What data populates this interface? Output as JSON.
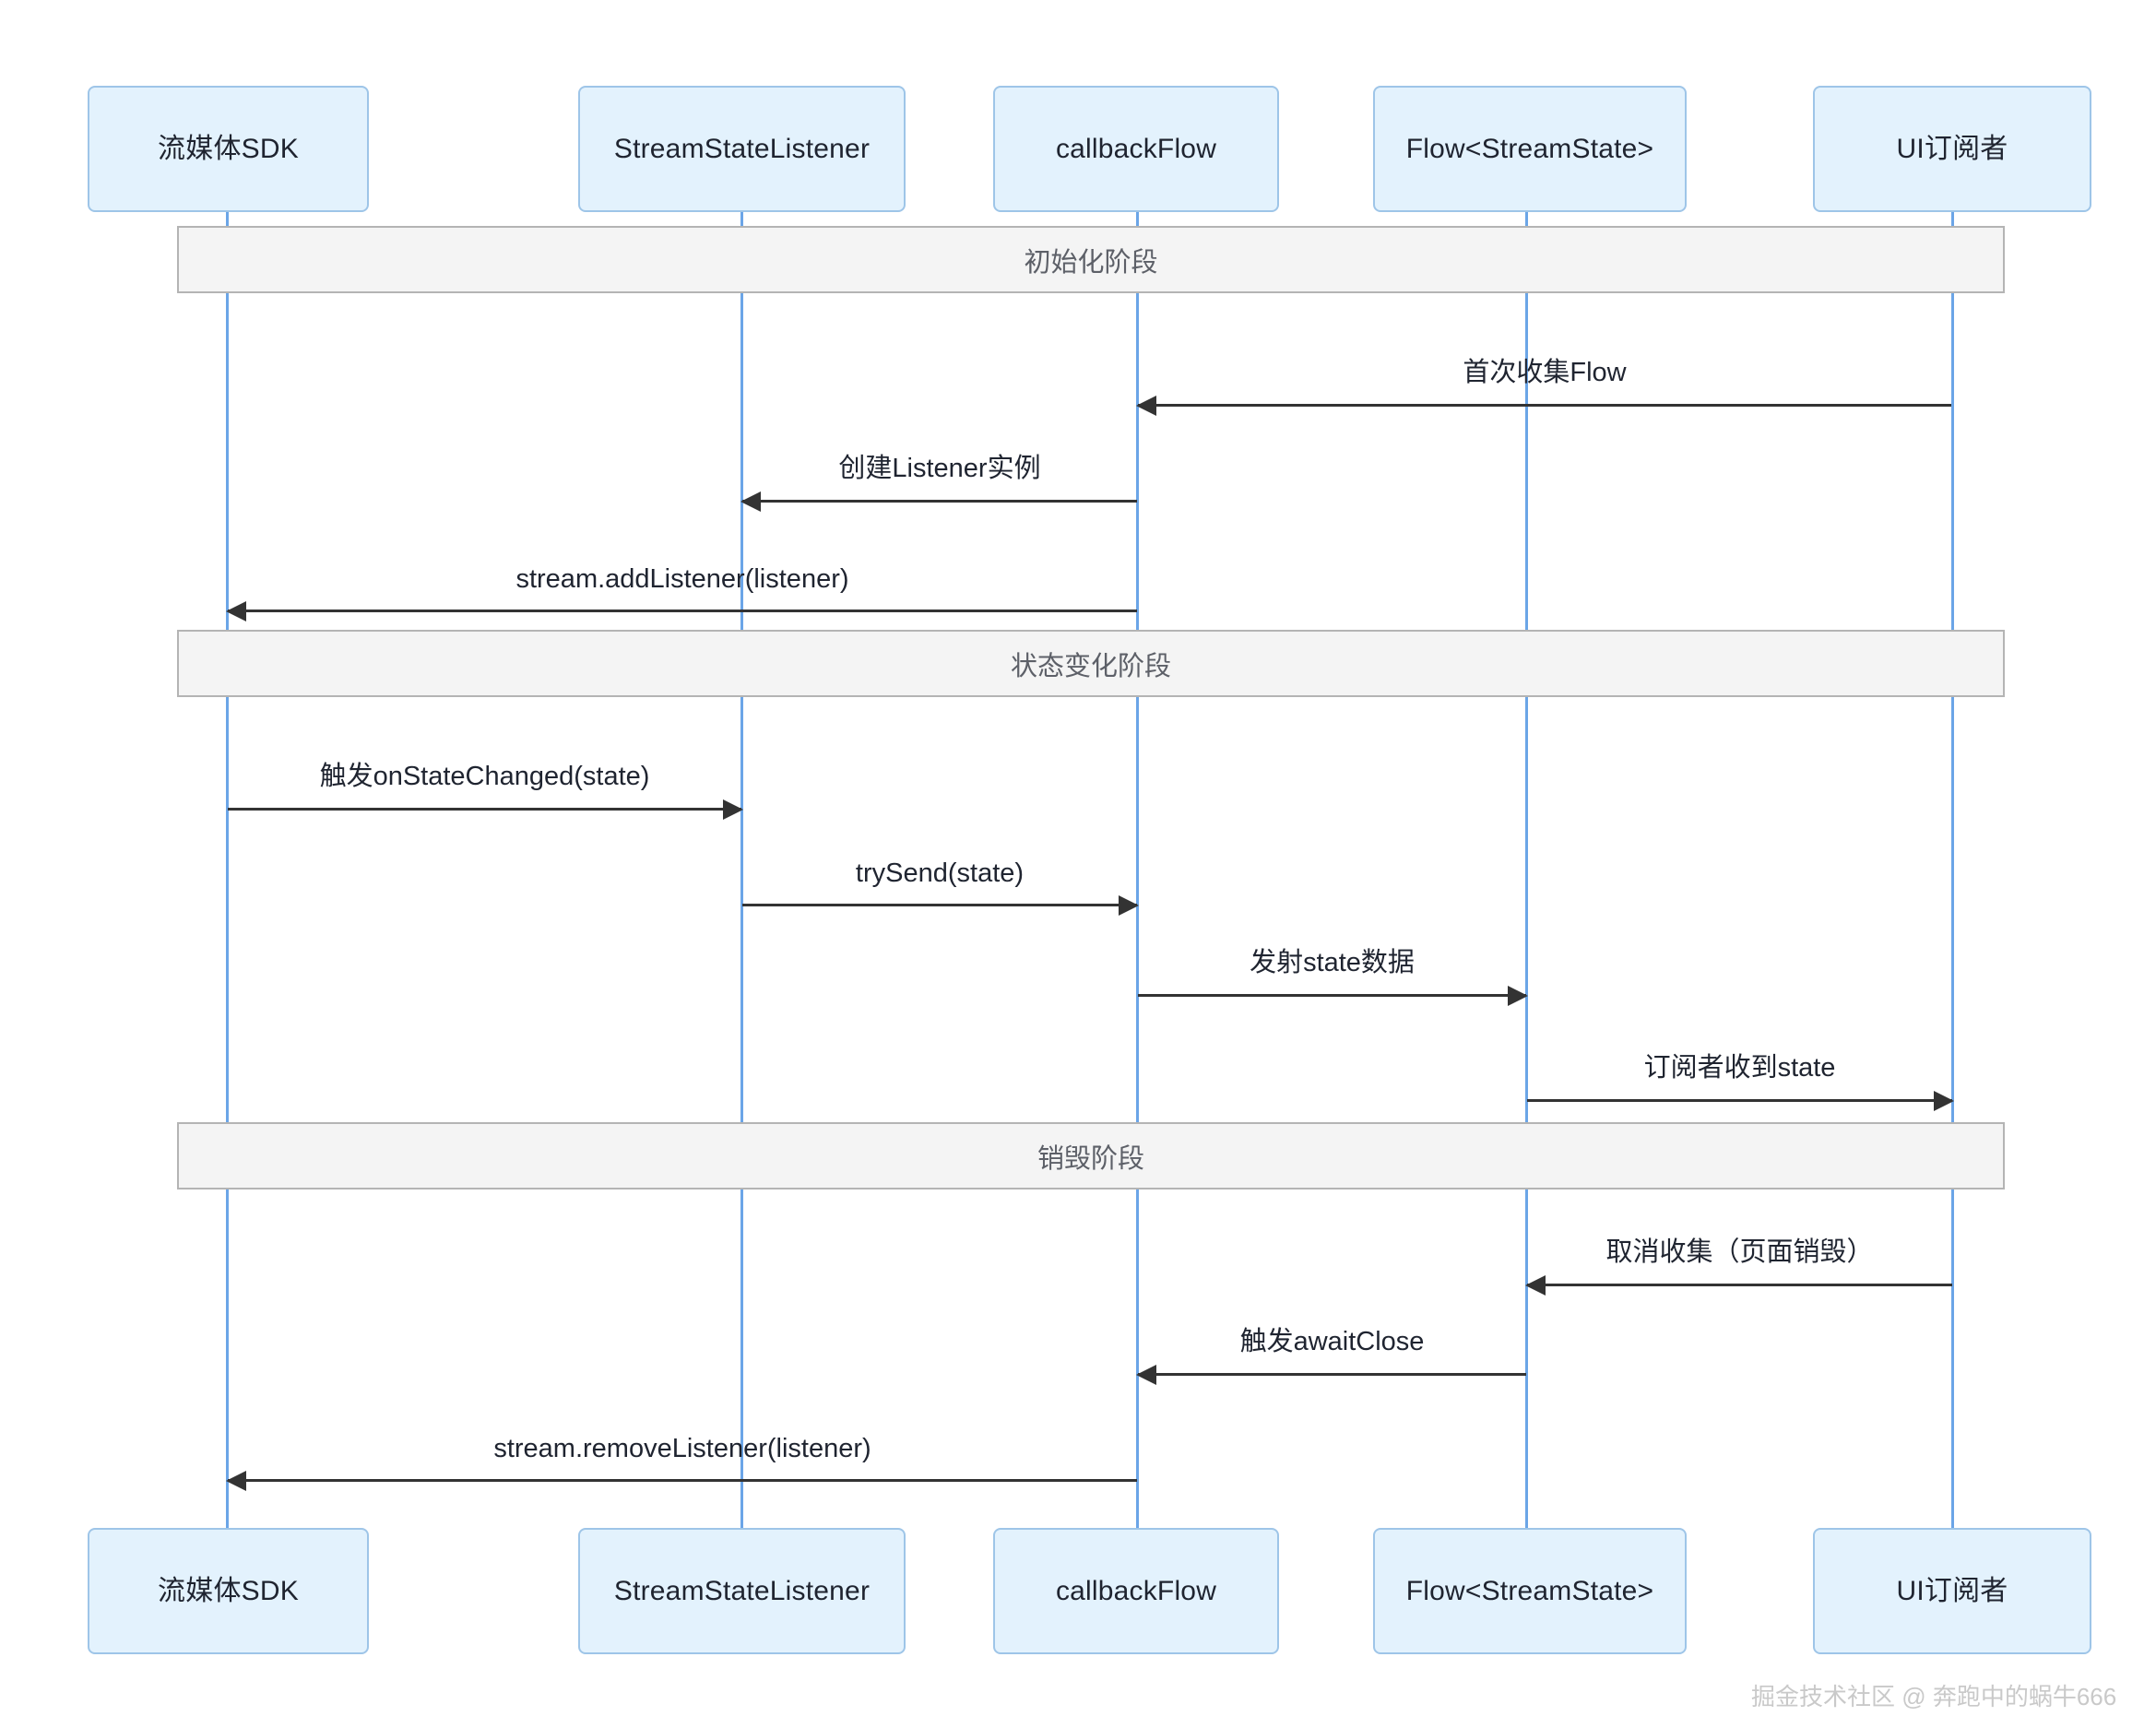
{
  "diagram": {
    "type": "sequence-diagram",
    "background_color": "#ffffff",
    "actor_fill": "#e3f2fd",
    "actor_stroke": "#9ec5e8",
    "lifeline_color": "#6ba5e7",
    "phase_fill": "#f4f4f4",
    "phase_stroke": "#b4b4b4",
    "arrow_color": "#333333"
  },
  "participants": [
    {
      "id": "sdk",
      "label": "流媒体SDK"
    },
    {
      "id": "listener",
      "label": "StreamStateListener"
    },
    {
      "id": "callbackflow",
      "label": "callbackFlow"
    },
    {
      "id": "flow",
      "label": "Flow<StreamState>"
    },
    {
      "id": "ui",
      "label": "UI订阅者"
    }
  ],
  "phases": [
    {
      "id": "init",
      "label": "初始化阶段"
    },
    {
      "id": "state-change",
      "label": "状态变化阶段"
    },
    {
      "id": "destroy",
      "label": "销毁阶段"
    }
  ],
  "messages": [
    {
      "id": "m1",
      "label": "首次收集Flow",
      "from": "ui",
      "to": "callbackflow",
      "direction": "left",
      "phase": "init"
    },
    {
      "id": "m2",
      "label": "创建Listener实例",
      "from": "callbackflow",
      "to": "listener",
      "direction": "left",
      "phase": "init"
    },
    {
      "id": "m3",
      "label": "stream.addListener(listener)",
      "from": "callbackflow",
      "to": "sdk",
      "direction": "left",
      "phase": "init"
    },
    {
      "id": "m4",
      "label": "触发onStateChanged(state)",
      "from": "sdk",
      "to": "listener",
      "direction": "right",
      "phase": "state-change"
    },
    {
      "id": "m5",
      "label": "trySend(state)",
      "from": "listener",
      "to": "callbackflow",
      "direction": "right",
      "phase": "state-change"
    },
    {
      "id": "m6",
      "label": "发射state数据",
      "from": "callbackflow",
      "to": "flow",
      "direction": "right",
      "phase": "state-change"
    },
    {
      "id": "m7",
      "label": "订阅者收到state",
      "from": "flow",
      "to": "ui",
      "direction": "right",
      "phase": "state-change"
    },
    {
      "id": "m8",
      "label": "取消收集（页面销毁）",
      "from": "ui",
      "to": "flow",
      "direction": "left",
      "phase": "destroy"
    },
    {
      "id": "m9",
      "label": "触发awaitClose",
      "from": "flow",
      "to": "callbackflow",
      "direction": "left",
      "phase": "destroy"
    },
    {
      "id": "m10",
      "label": "stream.removeListener(listener)",
      "from": "callbackflow",
      "to": "sdk",
      "direction": "left",
      "phase": "destroy"
    }
  ],
  "watermark": {
    "text": "掘金技术社区 @ 奔跑中的蜗牛666"
  }
}
